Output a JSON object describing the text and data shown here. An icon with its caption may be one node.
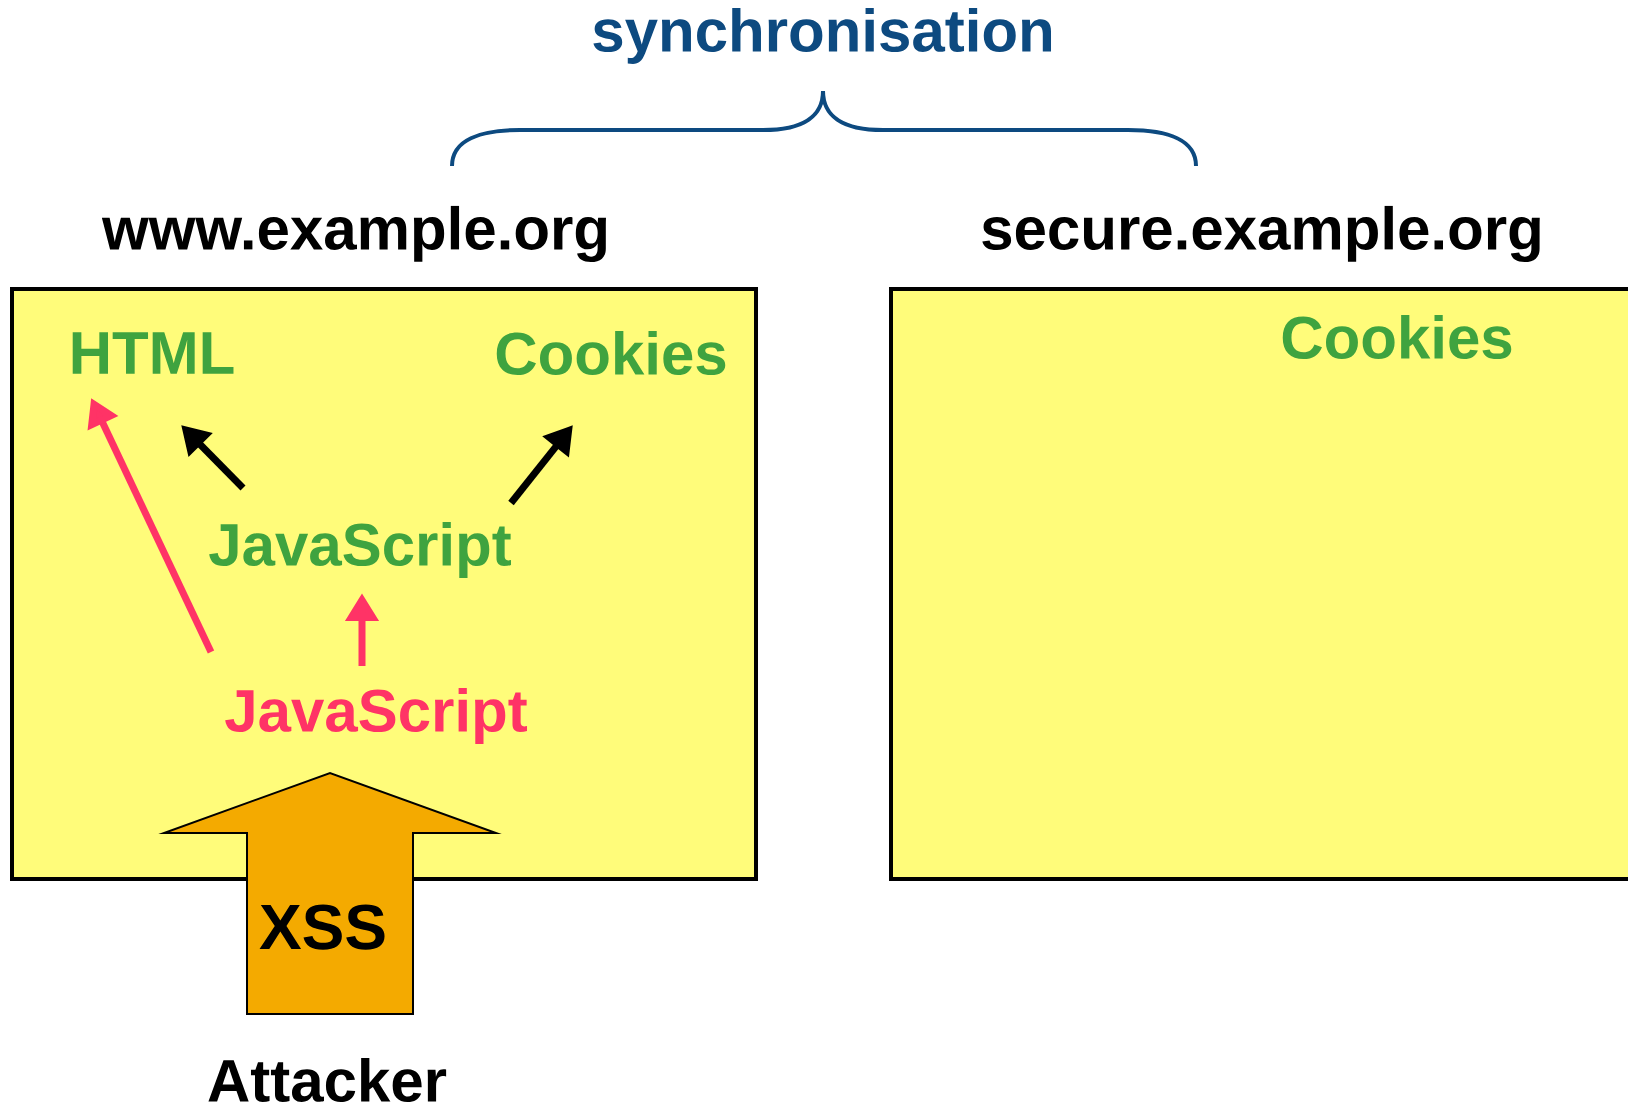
{
  "diagram": {
    "nodes": [
      {
        "text": [
          "www.example.org"
        ]
      },
      {
        "text": [
          "secure.example.org"
        ]
      },
      {
        "text": [
          "HTML"
        ],
        "in": 0
      },
      {
        "text": [
          "Cookies"
        ],
        "in": 0
      },
      {
        "text": [
          "JavaScript"
        ],
        "in": 0
      },
      {
        "text": [
          "JavaScript"
        ],
        "in": 0
      },
      {
        "text": [
          "Cookies"
        ],
        "in": 1
      },
      {
        "text": [
          "Attacker"
        ]
      }
    ],
    "edges": [
      {
        "from": 5,
        "to": 2,
        "arrow": "to"
      },
      {
        "from": 5,
        "to": 4,
        "arrow": "to"
      },
      {
        "from": 4,
        "to": 2,
        "arrow": "to",
        "color": "#000000"
      },
      {
        "from": 4,
        "to": 3,
        "arrow": "to",
        "color": "#000000"
      },
      {
        "from": 7,
        "to": 5,
        "arrow": "to",
        "label": "XSS",
        "style": "thick",
        "color": "#f4aa00"
      }
    ],
    "labels": [
      "synchronisation"
    ]
  }
}
